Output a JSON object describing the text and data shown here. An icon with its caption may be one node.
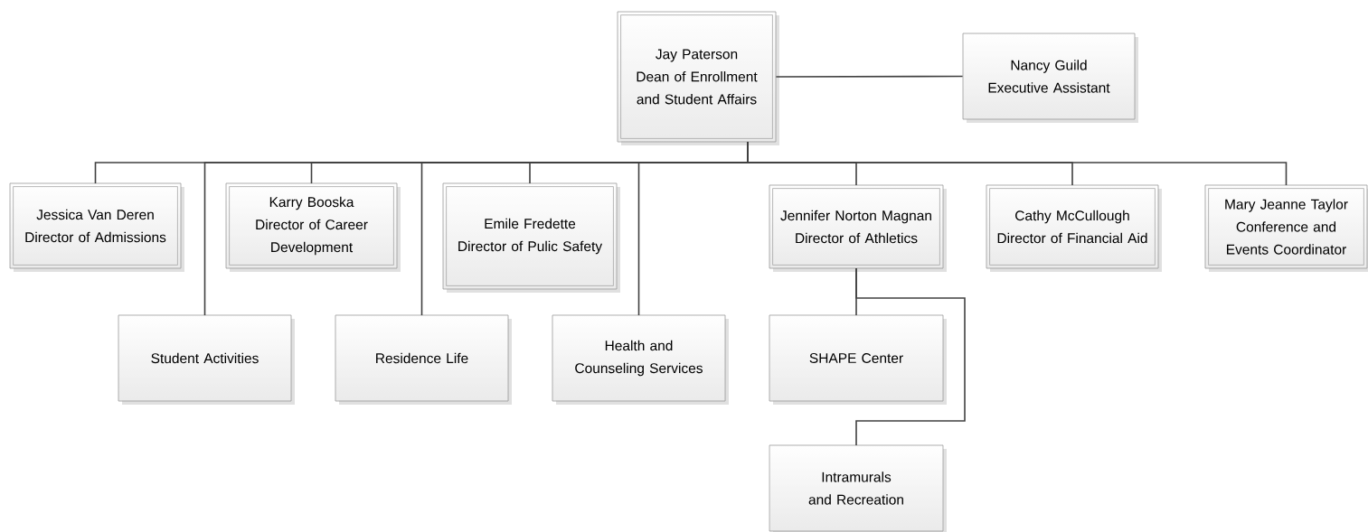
{
  "diagram": {
    "nodes": [
      {
        "text": [
          "Jay Paterson",
          "Dean of Enrollment and Student Affairs"
        ]
      },
      {
        "text": [
          "Nancy Guild",
          "Executive Assistant"
        ]
      },
      {
        "text": [
          "Jessica Van Deren",
          "Director of Admissions"
        ]
      },
      {
        "text": [
          "Karry Booska",
          "Director of Career Development"
        ]
      },
      {
        "text": [
          "Emile Fredette",
          "Director of Pulic Safety"
        ]
      },
      {
        "text": [
          "Jennifer Norton Magnan",
          "Director of Athletics"
        ]
      },
      {
        "text": [
          "Cathy McCullough",
          "Director of Financial Aid"
        ]
      },
      {
        "text": [
          "Mary Jeanne Taylor",
          "Conference and Events Coordinator"
        ]
      },
      {
        "text": [
          "Student Activities"
        ]
      },
      {
        "text": [
          "Residence Life"
        ]
      },
      {
        "text": [
          "Health and Counseling Services"
        ]
      },
      {
        "text": [
          "SHAPE Center"
        ]
      },
      {
        "text": [
          "Intramurals and Recreation"
        ]
      }
    ],
    "edges": [
      {
        "from": 0,
        "to": 1,
        "arrow": "none"
      },
      {
        "from": 0,
        "to": 2,
        "arrow": "none"
      },
      {
        "from": 0,
        "to": 8,
        "arrow": "none"
      },
      {
        "from": 0,
        "to": 3,
        "arrow": "none"
      },
      {
        "from": 0,
        "to": 9,
        "arrow": "none"
      },
      {
        "from": 0,
        "to": 4,
        "arrow": "none"
      },
      {
        "from": 0,
        "to": 10,
        "arrow": "none"
      },
      {
        "from": 0,
        "to": 5,
        "arrow": "none"
      },
      {
        "from": 0,
        "to": 6,
        "arrow": "none"
      },
      {
        "from": 0,
        "to": 7,
        "arrow": "none"
      },
      {
        "from": 5,
        "to": 11,
        "arrow": "none"
      },
      {
        "from": 5,
        "to": 12,
        "arrow": "none"
      }
    ]
  }
}
